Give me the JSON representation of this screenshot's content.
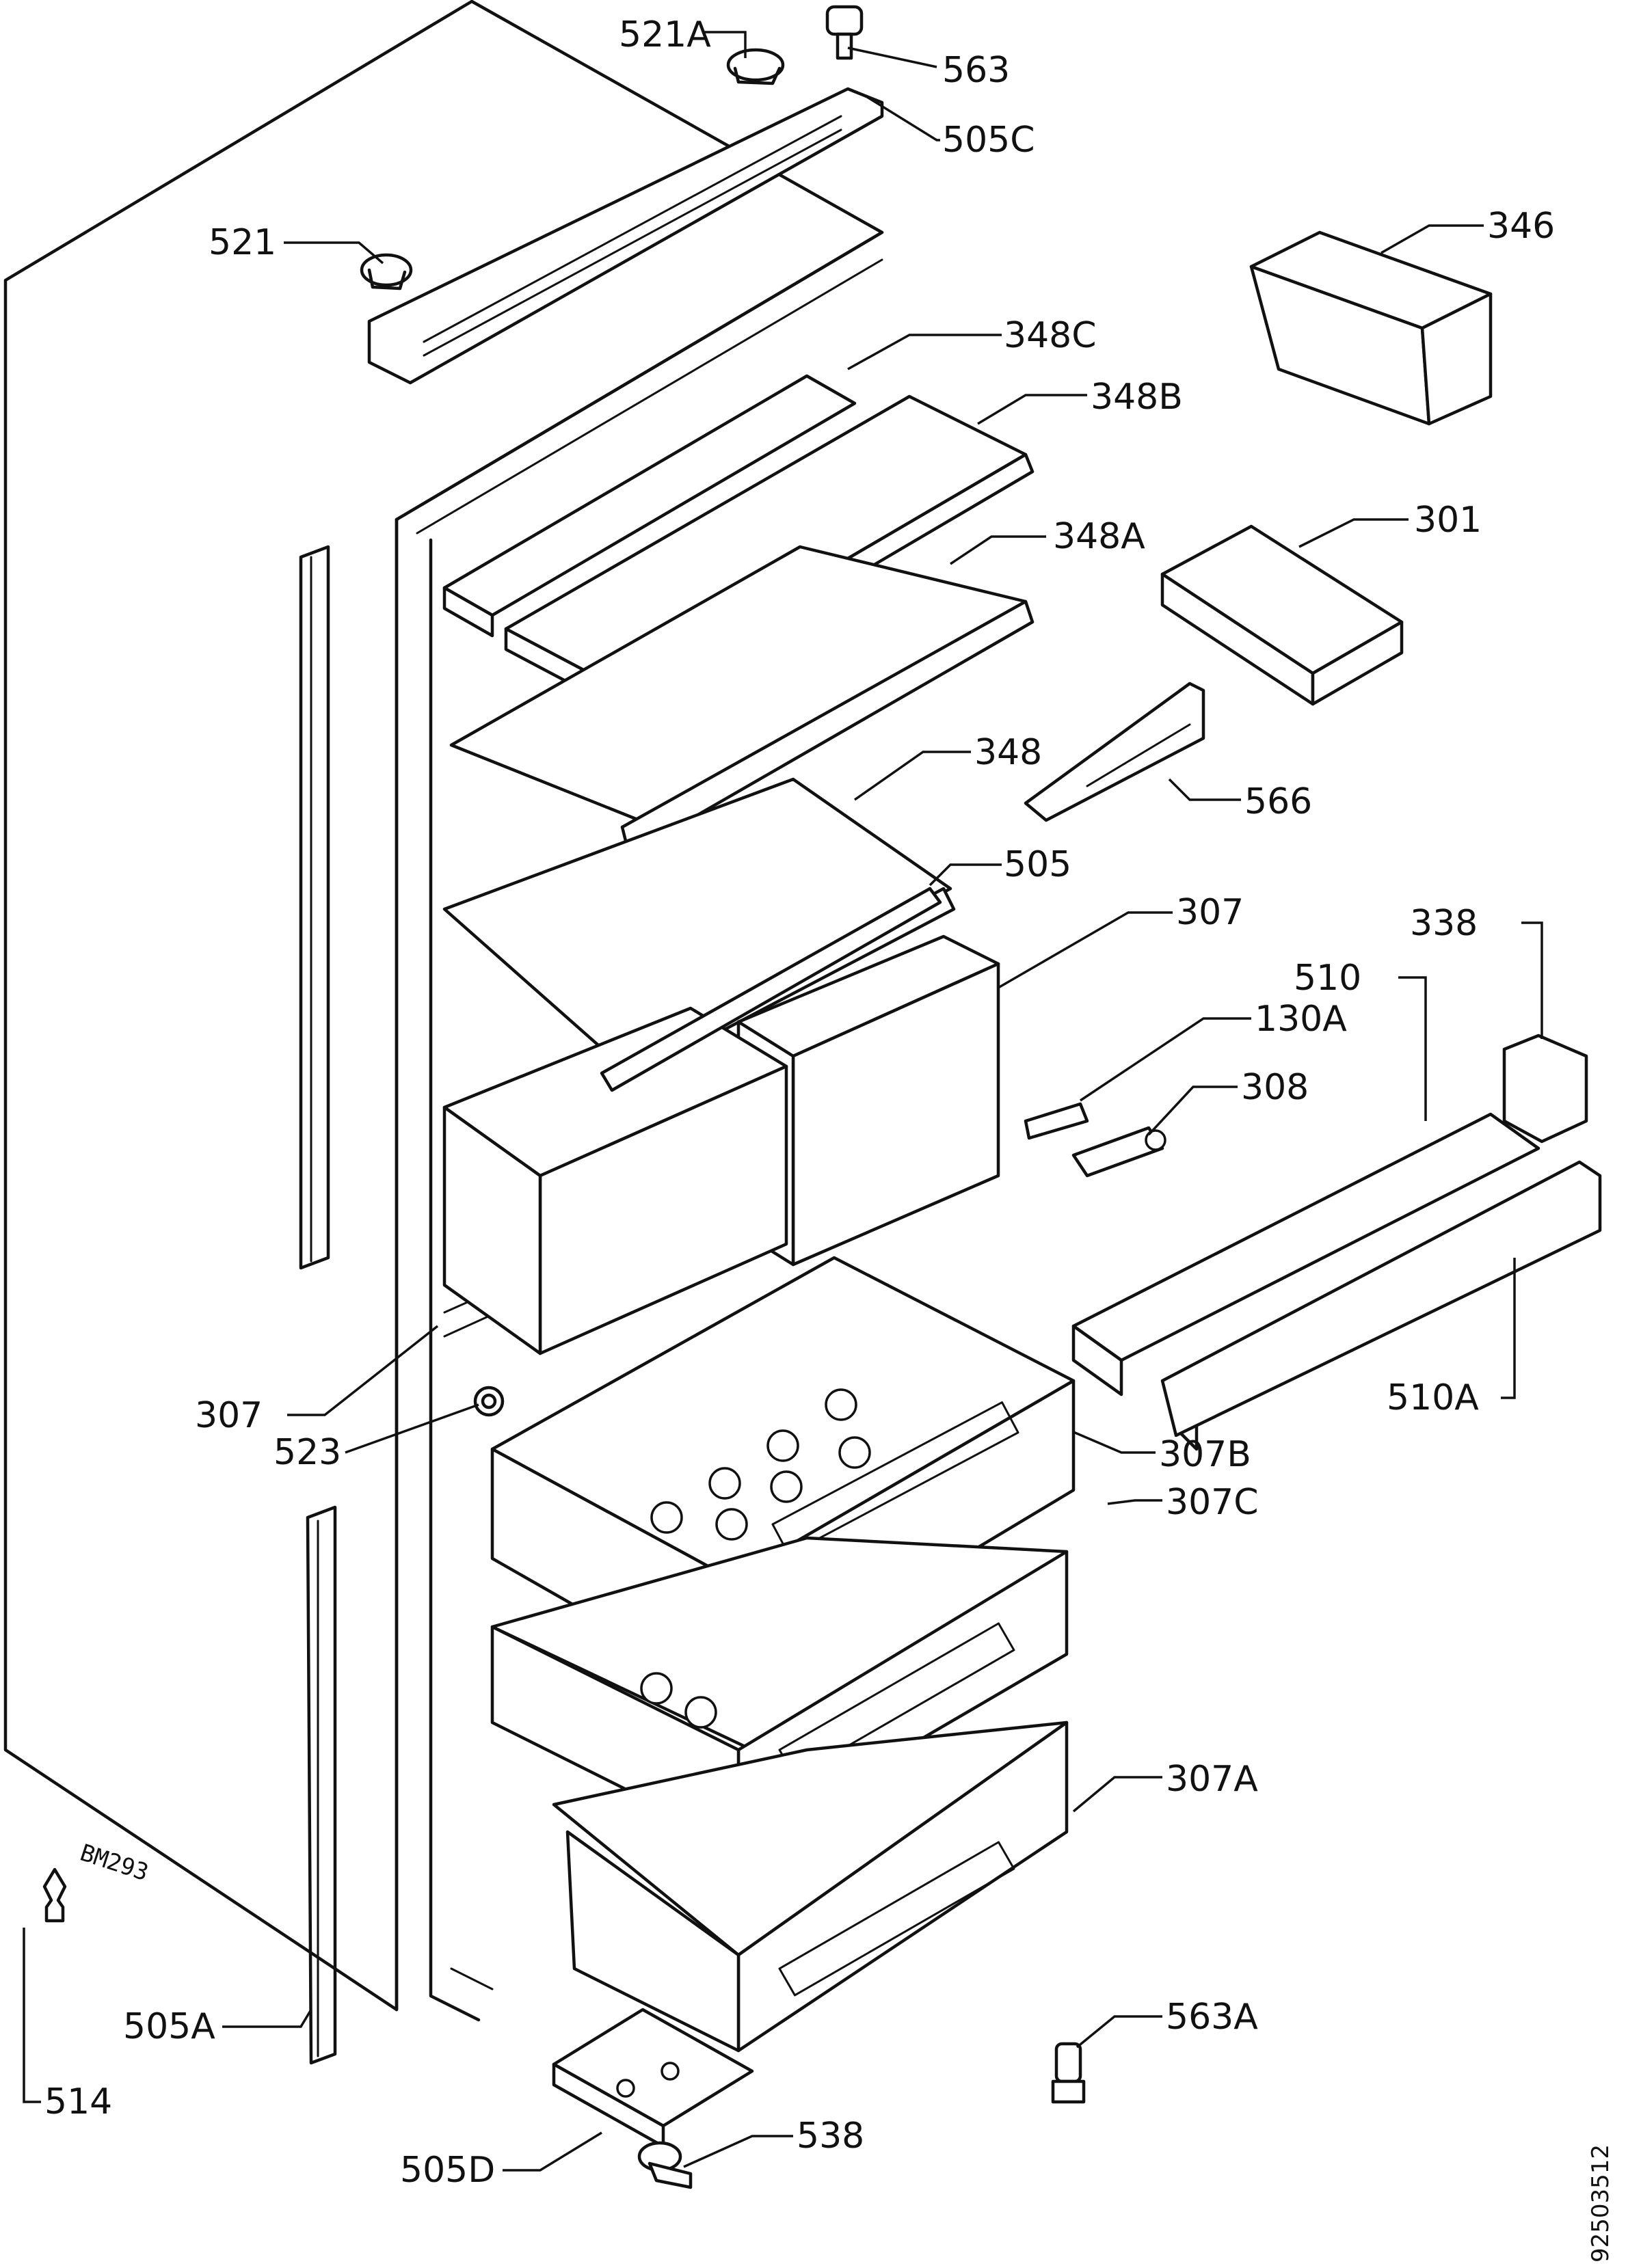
{
  "diagram": {
    "sheet_code": "92503512",
    "handwritten_mark": "BM293",
    "labels": {
      "l_521A": "521A",
      "l_563": "563",
      "l_505C": "505C",
      "l_521": "521",
      "l_346": "346",
      "l_348C": "348C",
      "l_348B": "348B",
      "l_301": "301",
      "l_348A": "348A",
      "l_348": "348",
      "l_566": "566",
      "l_505": "505",
      "l_307_top": "307",
      "l_338": "338",
      "l_510": "510",
      "l_130A": "130A",
      "l_308": "308",
      "l_307_left": "307",
      "l_523": "523",
      "l_510A": "510A",
      "l_307B": "307B",
      "l_307C": "307C",
      "l_307A": "307A",
      "l_505A": "505A",
      "l_514": "514",
      "l_563A": "563A",
      "l_505D": "505D",
      "l_538": "538"
    }
  }
}
